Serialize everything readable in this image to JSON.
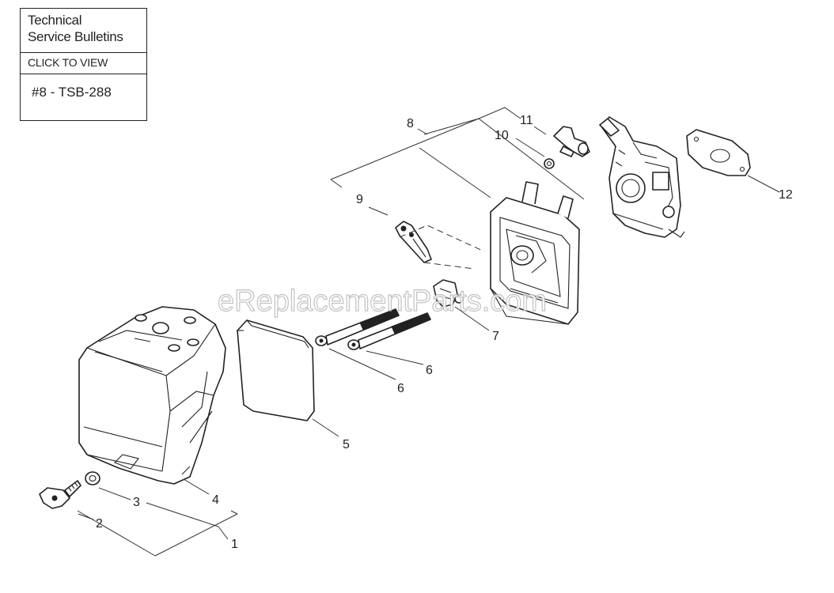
{
  "bulletin_box": {
    "title_line1": "Technical",
    "title_line2": "Service Bulletins",
    "click_label": "CLICK TO VIEW",
    "link_label": "#8 - TSB-288"
  },
  "watermark": "eReplacementParts.com",
  "callouts": {
    "n1": "1",
    "n2": "2",
    "n3": "3",
    "n4": "4",
    "n5": "5",
    "n6a": "6",
    "n6b": "6",
    "n7": "7",
    "n8": "8",
    "n9": "9",
    "n10": "10",
    "n11": "11",
    "n12": "12"
  }
}
